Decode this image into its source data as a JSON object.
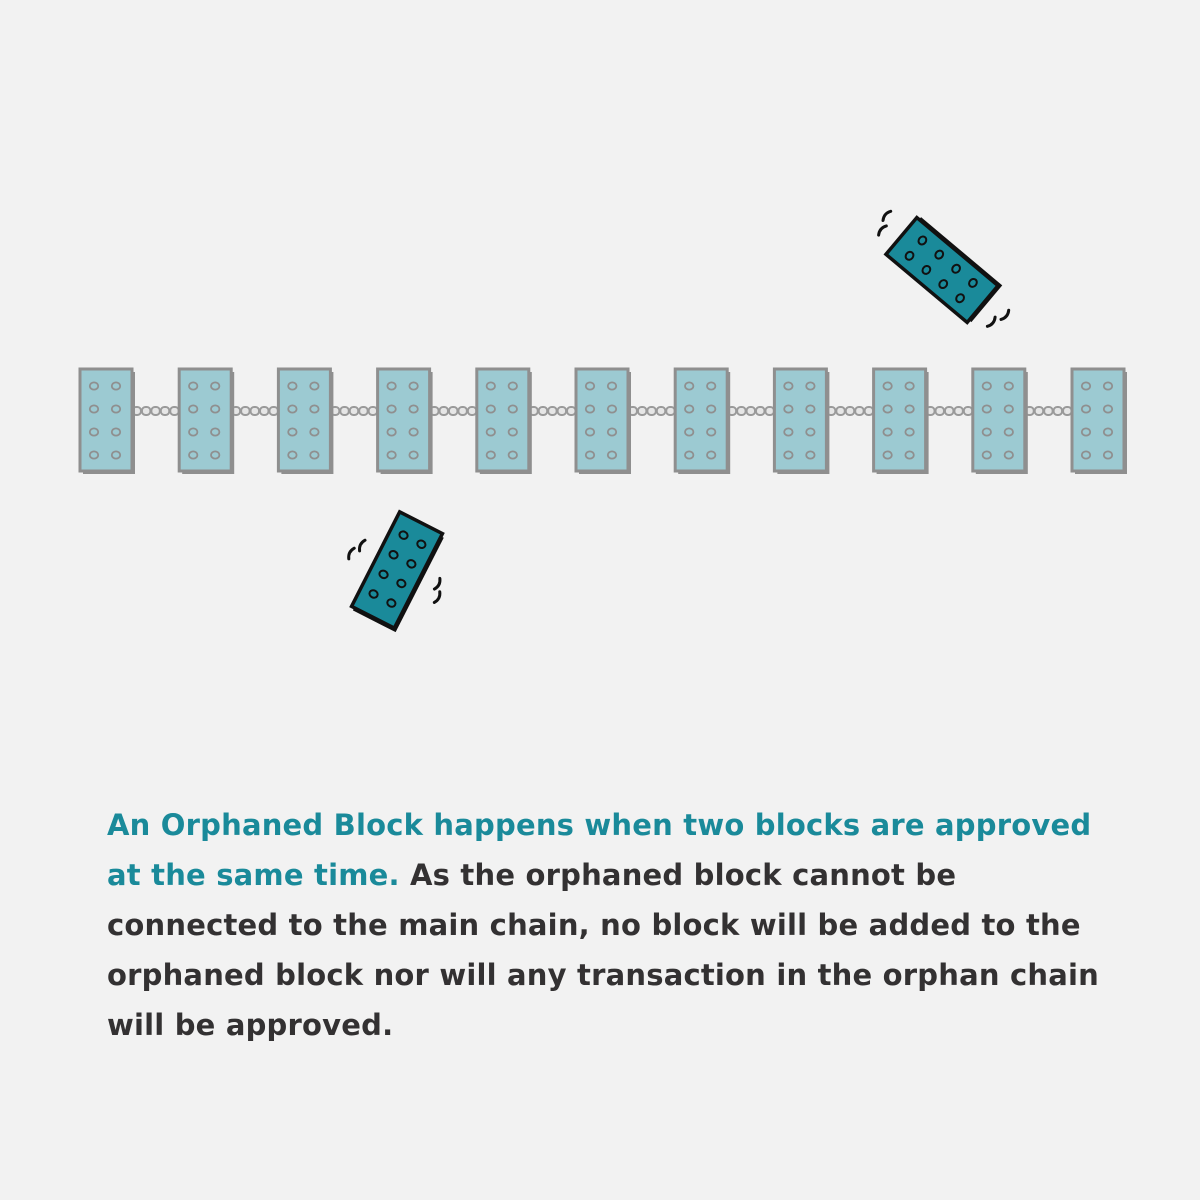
{
  "colors": {
    "background": "#f2f2f2",
    "chain_block_fill": "#9ccad2",
    "chain_block_edge": "#8f8f8f",
    "chain_link": "#9a9a9a",
    "orphan_block_fill": "#1a8a9a",
    "orphan_block_edge": "#111111",
    "caption_highlight": "#1a8a9a",
    "caption_text": "#333132"
  },
  "diagram": {
    "main_chain_block_count": 11,
    "orphaned_block_count": 2,
    "icons": {
      "chain_block": "chain-block-icon",
      "chain_link": "chain-link-icon",
      "orphaned_block": "orphaned-block-icon",
      "motion_lines": "motion-lines-icon"
    }
  },
  "caption": {
    "highlight": "An Orphaned Block happens when two blocks are approved at the same time.",
    "body": "As the orphaned block cannot be connected to the main chain, no block will be added to the orphaned block nor will any transaction in the orphan chain will be approved."
  }
}
